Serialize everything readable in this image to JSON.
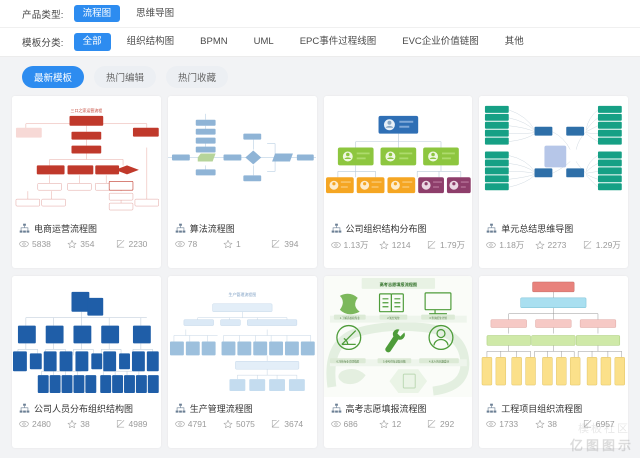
{
  "filters": {
    "product_type": {
      "label": "产品类型:",
      "options": [
        {
          "label": "流程图",
          "active": true
        },
        {
          "label": "思维导图",
          "active": false
        }
      ]
    },
    "template_category": {
      "label": "模板分类:",
      "options": [
        {
          "label": "全部",
          "active": true
        },
        {
          "label": "组织结构图",
          "active": false
        },
        {
          "label": "BPMN",
          "active": false
        },
        {
          "label": "UML",
          "active": false
        },
        {
          "label": "EPC事件过程线图",
          "active": false
        },
        {
          "label": "EVC企业价值链图",
          "active": false
        },
        {
          "label": "其他",
          "active": false
        }
      ]
    }
  },
  "sort_tabs": [
    {
      "label": "最新模板",
      "active": true
    },
    {
      "label": "热门编辑",
      "active": false
    },
    {
      "label": "热门收藏",
      "active": false
    }
  ],
  "icons": {
    "title_icon": "hierarchy-icon",
    "views_icon": "eye-icon",
    "favorites_icon": "star-icon",
    "edits_icon": "edit-square-icon"
  },
  "colors": {
    "accent": "#2d8cf0",
    "page_bg": "#f2f3f5",
    "card_bg": "#ffffff",
    "text": "#333333",
    "muted": "#9a9a9a"
  },
  "cards": [
    {
      "title": "电商运营流程图",
      "views": "5838",
      "favorites": "354",
      "edits": "2230",
      "theme": "red-flow"
    },
    {
      "title": "算法流程图",
      "views": "78",
      "favorites": "1",
      "edits": "394",
      "theme": "blue-algo"
    },
    {
      "title": "公司组织结构分布图",
      "views": "1.13万",
      "favorites": "1214",
      "edits": "1.79万",
      "theme": "color-org"
    },
    {
      "title": "单元总结思维导图",
      "views": "1.18万",
      "favorites": "2273",
      "edits": "1.29万",
      "theme": "teal-mind"
    },
    {
      "title": "公司人员分布组织结构图",
      "views": "2480",
      "favorites": "38",
      "edits": "4989",
      "theme": "navy-org"
    },
    {
      "title": "生产管理流程图",
      "views": "4791",
      "favorites": "5075",
      "edits": "3674",
      "theme": "light-blue-tree"
    },
    {
      "title": "高考志愿填报流程图",
      "views": "686",
      "favorites": "12",
      "edits": "292",
      "theme": "green-infographic"
    },
    {
      "title": "工程项目组织流程图",
      "views": "1733",
      "favorites": "38",
      "edits": "6957",
      "theme": "pastel-org"
    }
  ],
  "watermark": {
    "text": "亿图图示",
    "secondary": "模板社区"
  }
}
